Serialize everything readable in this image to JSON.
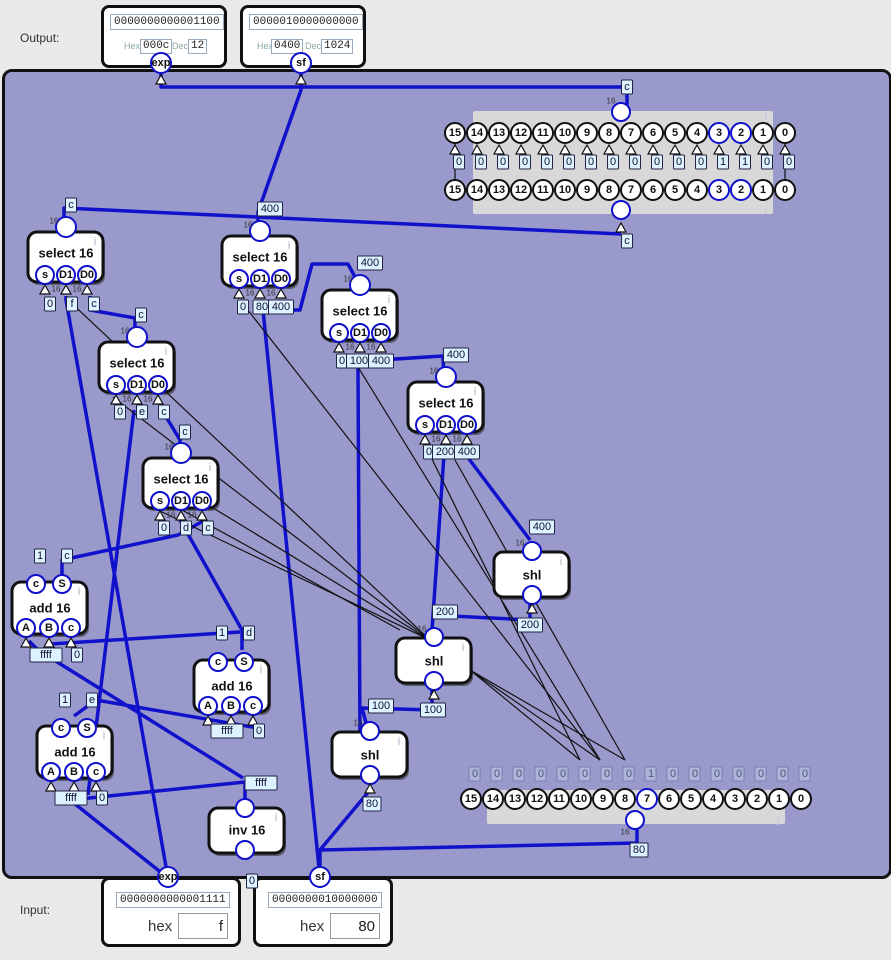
{
  "labels": {
    "output": "Output:",
    "input": "Input:"
  },
  "outputs": [
    {
      "bin": "0000000000001100",
      "hex_label": "Hex",
      "hex": "000c",
      "dec_label": "Dec",
      "dec": "12",
      "pin": "exp"
    },
    {
      "bin": "0000010000000000",
      "hex_label": "Hex",
      "hex": "0400",
      "dec_label": "Dec",
      "dec": "1024",
      "pin": "sf"
    }
  ],
  "inputs": [
    {
      "bin": "0000000000001111",
      "hex_label": "hex",
      "hex": "f",
      "pin": "exp"
    },
    {
      "bin": "0000000010000000",
      "hex_label": "hex",
      "hex": "80",
      "pin": "sf"
    }
  ],
  "bit_numbers": [
    "15",
    "14",
    "13",
    "12",
    "11",
    "10",
    "9",
    "8",
    "7",
    "6",
    "5",
    "4",
    "3",
    "2",
    "1",
    "0"
  ],
  "splitter_top": {
    "bits": [
      "0",
      "0",
      "0",
      "0",
      "0",
      "0",
      "0",
      "0",
      "0",
      "0",
      "0",
      "0",
      "1",
      "1",
      "0",
      "0"
    ],
    "in_tag": "c",
    "out_tag": "c",
    "width": "16"
  },
  "splitter_bottom": {
    "bits": [
      "0",
      "0",
      "0",
      "0",
      "0",
      "0",
      "0",
      "0",
      "1",
      "0",
      "0",
      "0",
      "0",
      "0",
      "0",
      "0"
    ],
    "tag": "80",
    "width": "16"
  },
  "components": {
    "select_title": "select 16",
    "add_title": "add 16",
    "shl_title": "shl",
    "inv_title": "inv 16",
    "ports": {
      "s": "s",
      "d1": "D1",
      "d0": "D0",
      "a": "A",
      "b": "B",
      "c": "c",
      "sum": "S"
    },
    "info": "i",
    "width": "16"
  },
  "values": {
    "sel1": {
      "in": "c",
      "s": "0",
      "d1": "f",
      "d0": "c"
    },
    "sel2": {
      "in": "400",
      "s": "0",
      "d1": "80",
      "d0": "400"
    },
    "sel3": {
      "in": "c",
      "s": "0",
      "d1": "e",
      "d0": "c"
    },
    "sel4": {
      "in": "400",
      "s": "0",
      "d1": "100",
      "d0": "400"
    },
    "sel5": {
      "in": "c",
      "s": "0",
      "d1": "d",
      "d0": "c"
    },
    "sel6": {
      "in": "400",
      "s": "0",
      "d1": "200",
      "d0": "400"
    },
    "add1": {
      "c": "1",
      "s": "c",
      "b": "ffff",
      "cin": "0"
    },
    "add2": {
      "c": "1",
      "s": "d",
      "b": "ffff",
      "cin": "0"
    },
    "add3": {
      "c": "1",
      "s": "e",
      "b": "ffff",
      "cin": "0"
    },
    "shl1": {
      "in": "400",
      "out": "200"
    },
    "shl2": {
      "in": "200",
      "out": "100"
    },
    "shl3": {
      "in": "100",
      "out": "80"
    },
    "inv": {
      "in": "ffff",
      "out": "0"
    }
  }
}
